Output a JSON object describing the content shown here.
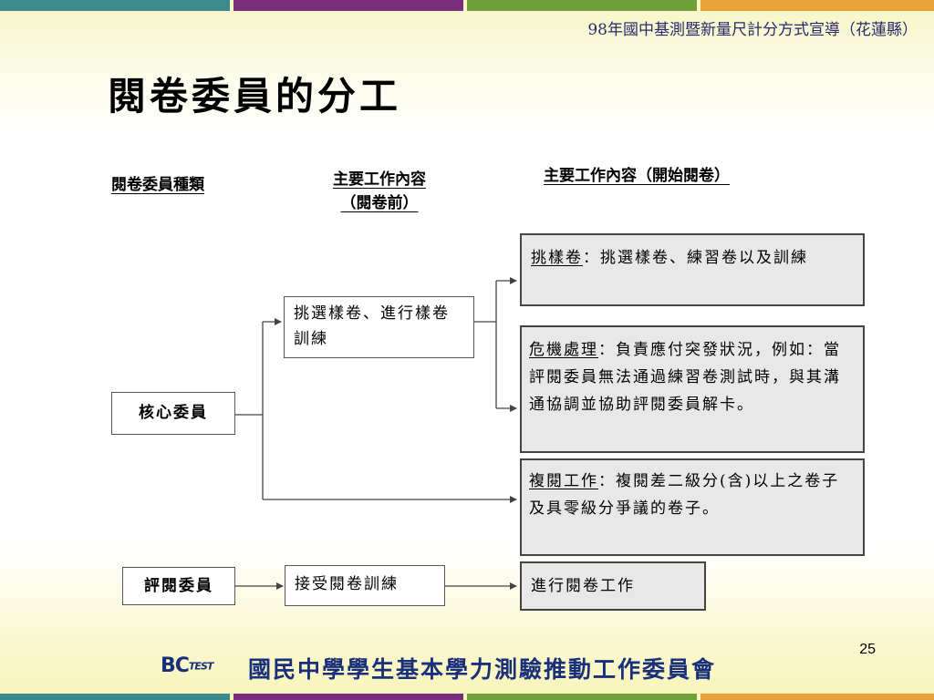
{
  "header": {
    "title": "98年國中基測暨新量尺計分方式宣導（花蓮縣）"
  },
  "slide": {
    "title": "閱卷委員的分工"
  },
  "columns": {
    "type": "閱卷委員種類",
    "before_line1": "主要工作內容",
    "before_line2": "（閱卷前）",
    "during": "主要工作內容（開始閱卷）"
  },
  "roles": {
    "core": "核心委員",
    "reviewer": "評閱委員"
  },
  "before_tasks": {
    "core": "挑選樣卷、進行樣卷訓練",
    "reviewer": "接受閱卷訓練"
  },
  "during_tasks": {
    "sample_label": "挑樣卷",
    "sample_text": "：挑選樣卷、練習卷以及訓練",
    "crisis_label": "危機處理",
    "crisis_text": "：負責應付突發狀況，例如：當評閱委員無法通過練習卷測試時，與其溝通協調並協助評閱委員解卡。",
    "review_label": "複閱工作",
    "review_text": "：複閱差二級分(含)以上之卷子及具零級分爭議的卷子。",
    "reviewer_work": "進行閱卷工作"
  },
  "footer": {
    "logo": "BC",
    "logo_sub": "TEST",
    "org": "國民中學學生基本學力測驗推動工作委員會"
  },
  "page_number": "25",
  "colors": {
    "stripe_teal": "#3c8a8c",
    "stripe_purple": "#7a2d7d",
    "stripe_green": "#6fa03a",
    "stripe_orange": "#e8a23a",
    "footer_blue": "#1a2f7a"
  }
}
